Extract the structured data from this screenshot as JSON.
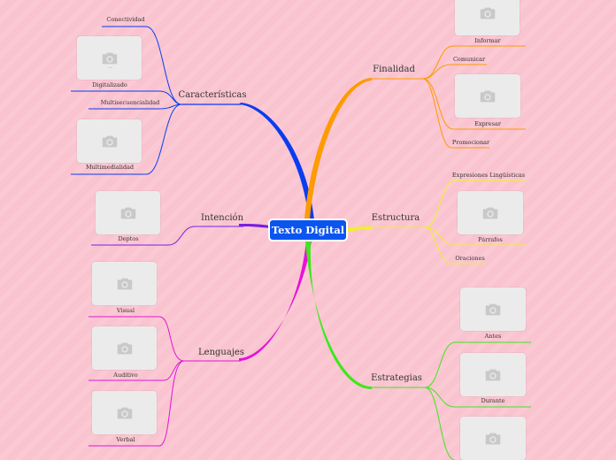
{
  "center": {
    "label": "Texto Digital"
  },
  "colors": {
    "center": "#0a55f0",
    "caracteristicas": "#0a3cf0",
    "intencion": "#7a1fe0",
    "lenguajes": "#e414d6",
    "finalidad": "#ff9a00",
    "estructura": "#f2ef2a",
    "estrategias": "#3de81a"
  },
  "left": {
    "caracteristicas": {
      "label": "Características",
      "items": [
        "Conectividad",
        "Digitalizado",
        "Multisecuencialidad",
        "Multimedialidad"
      ]
    },
    "intencion": {
      "label": "Intención",
      "items": [
        "Deptos"
      ]
    },
    "lenguajes": {
      "label": "Lenguajes",
      "items": [
        "Visual",
        "Auditivo",
        "Verbal"
      ]
    }
  },
  "right": {
    "finalidad": {
      "label": "Finalidad",
      "items": [
        "Informar",
        "Comunicar",
        "Expresar",
        "Promocionar"
      ]
    },
    "estructura": {
      "label": "Estructura",
      "items": [
        "Expresiones Lingüísticas",
        "Párrafos",
        "Oraciones"
      ]
    },
    "estrategias": {
      "label": "Estrategias",
      "items": [
        "Antes",
        "Durante"
      ]
    }
  },
  "image_icon": "camera-icon"
}
